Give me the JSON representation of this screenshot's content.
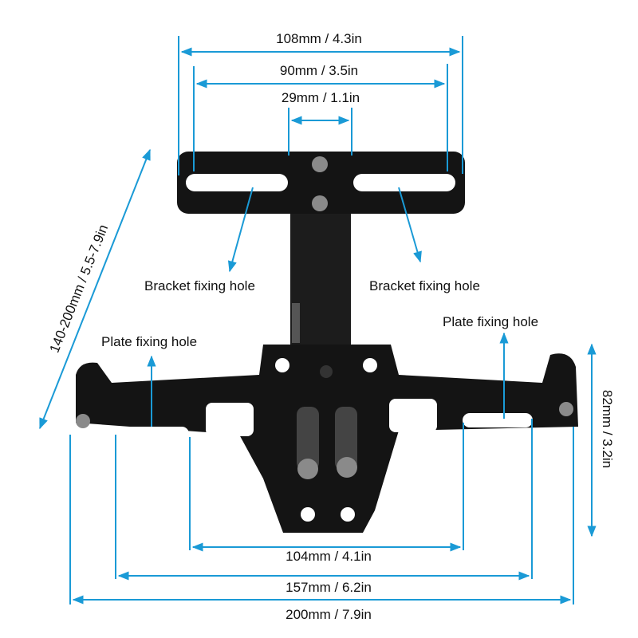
{
  "colors": {
    "dimension": "#1a9ad6",
    "product": "#111111",
    "hardware": "#8a8a8a"
  },
  "dimensions": {
    "top_outer": "108mm / 4.3in",
    "top_slots": "90mm / 3.5in",
    "top_holes": "29mm / 1.1in",
    "adjustable_length": "140-200mm / 5.5-7.9in",
    "height": "82mm / 3.2in",
    "inner_slots": "104mm / 4.1in",
    "outer_slots": "157mm / 6.2in",
    "total_width": "200mm / 7.9in"
  },
  "labels": {
    "bracket_left": "Bracket fixing hole",
    "bracket_right": "Bracket fixing hole",
    "plate_left": "Plate fixing hole",
    "plate_right": "Plate fixing hole"
  }
}
